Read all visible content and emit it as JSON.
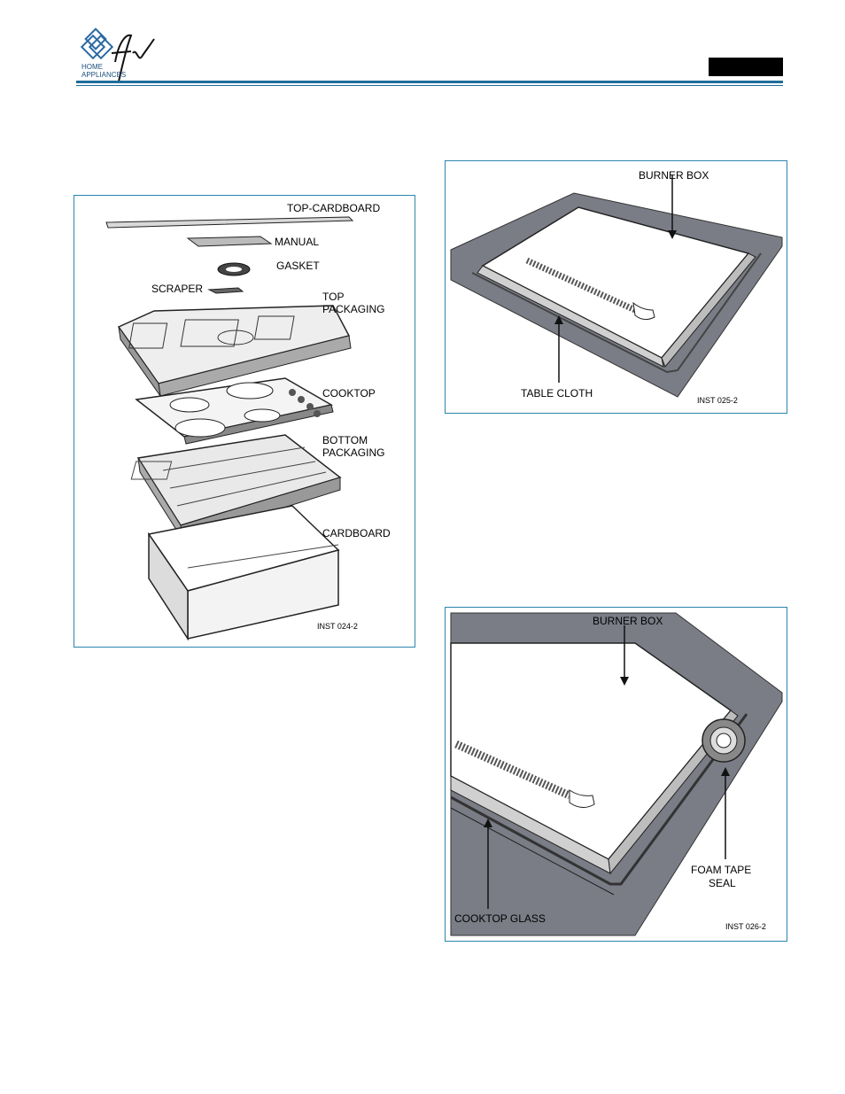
{
  "header": {
    "logo_script": "fv",
    "logo_line1": "HOME",
    "logo_line2": "APPLIANCES"
  },
  "figure1": {
    "labels": {
      "top_cardboard": "TOP-CARDBOARD",
      "manual": "MANUAL",
      "gasket": "GASKET",
      "scraper": "SCRAPER",
      "top_packaging_1": "TOP",
      "top_packaging_2": "PACKAGING",
      "cooktop": "COOKTOP",
      "bottom_packaging_1": "BOTTOM",
      "bottom_packaging_2": "PACKAGING",
      "cardboard": "CARDBOARD"
    },
    "code": "INST 024-2"
  },
  "figure2": {
    "labels": {
      "burner_box": "BURNER BOX",
      "table_cloth": "TABLE CLOTH"
    },
    "code": "INST 025-2"
  },
  "figure3": {
    "labels": {
      "burner_box": "BURNER BOX",
      "foam_tape_1": "FOAM TAPE",
      "foam_tape_2": "SEAL",
      "cooktop_glass": "COOKTOP GLASS"
    },
    "code": "INST 026-2"
  }
}
